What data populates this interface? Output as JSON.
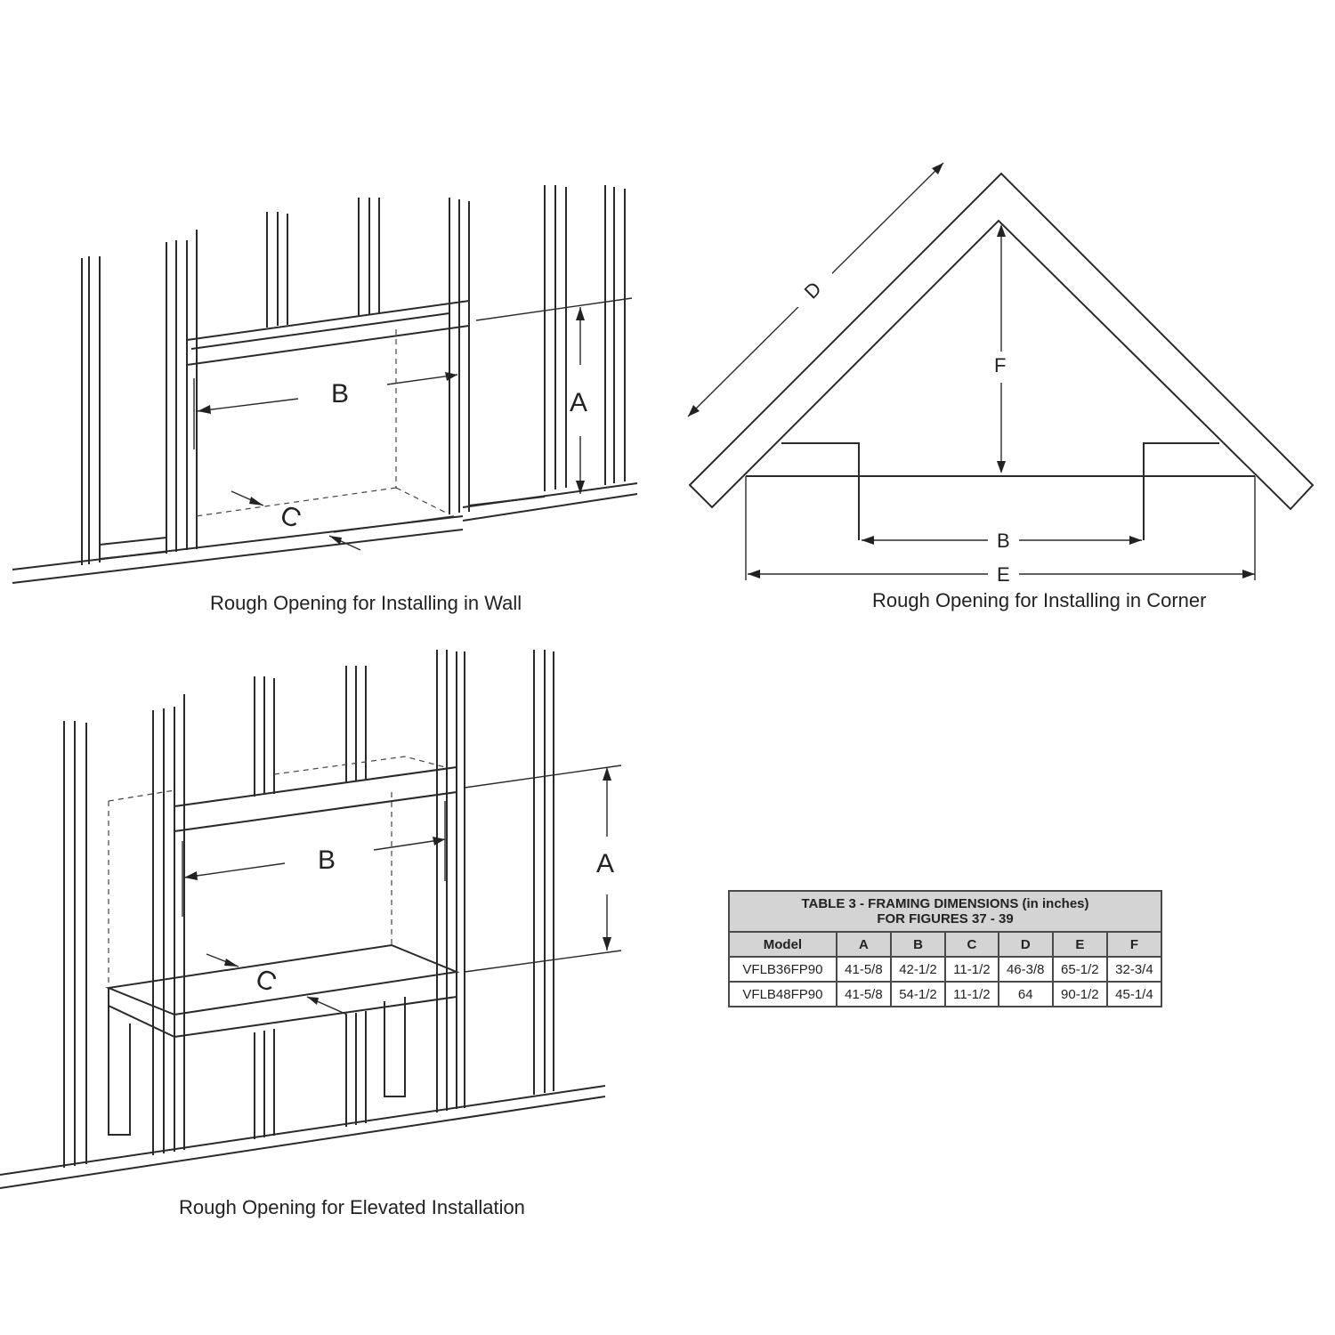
{
  "figures": {
    "wall": {
      "caption": "Rough Opening for Installing in Wall",
      "labels": {
        "a": "A",
        "b": "B",
        "c": "C"
      }
    },
    "corner": {
      "caption": "Rough Opening for Installing in Corner",
      "labels": {
        "b": "B",
        "d": "D",
        "e": "E",
        "f": "F"
      }
    },
    "elevated": {
      "caption": "Rough Opening for Elevated Installation",
      "labels": {
        "a": "A",
        "b": "B",
        "c": "C"
      }
    }
  },
  "table": {
    "title_line1": "TABLE 3 - FRAMING DIMENSIONS (in inches)",
    "title_line2": "FOR FIGURES 37 - 39",
    "headers": [
      "Model",
      "A",
      "B",
      "C",
      "D",
      "E",
      "F"
    ],
    "rows": [
      [
        "VFLB36FP90",
        "41-5/8",
        "42-1/2",
        "11-1/2",
        "46-3/8",
        "65-1/2",
        "32-3/4"
      ],
      [
        "VFLB48FP90",
        "41-5/8",
        "54-1/2",
        "11-1/2",
        "64",
        "90-1/2",
        "45-1/4"
      ]
    ]
  }
}
